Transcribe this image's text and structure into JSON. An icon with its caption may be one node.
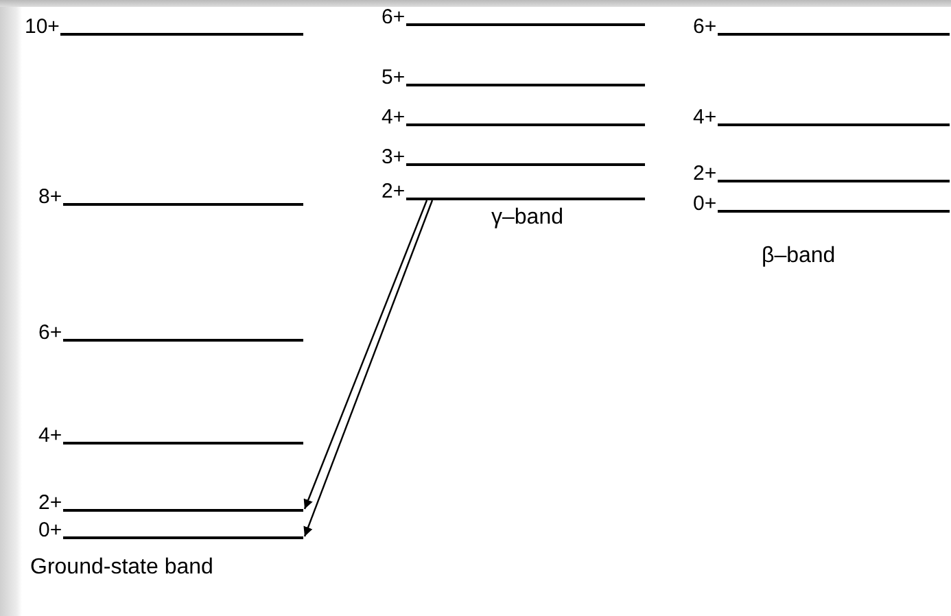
{
  "diagram": {
    "nodes": [
      {
        "text": [
          "10+"
        ]
      },
      {
        "text": [
          "8+"
        ]
      },
      {
        "text": [
          "6+"
        ]
      },
      {
        "text": [
          "4+"
        ]
      },
      {
        "text": [
          "2+"
        ]
      },
      {
        "text": [
          "0+"
        ]
      },
      {
        "text": [
          "6+"
        ]
      },
      {
        "text": [
          "5+"
        ]
      },
      {
        "text": [
          "4+"
        ]
      },
      {
        "text": [
          "3+"
        ]
      },
      {
        "text": [
          "2+"
        ]
      },
      {
        "text": [
          "6+"
        ]
      },
      {
        "text": [
          "4+"
        ]
      },
      {
        "text": [
          "2+"
        ]
      },
      {
        "text": [
          "0+"
        ]
      }
    ],
    "edges": [
      {
        "from": 10,
        "to": 4,
        "arrow": "to"
      },
      {
        "from": 10,
        "to": 5,
        "arrow": "to"
      }
    ],
    "labels": [
      "γ–band",
      "β–band",
      "Ground-state band"
    ]
  }
}
